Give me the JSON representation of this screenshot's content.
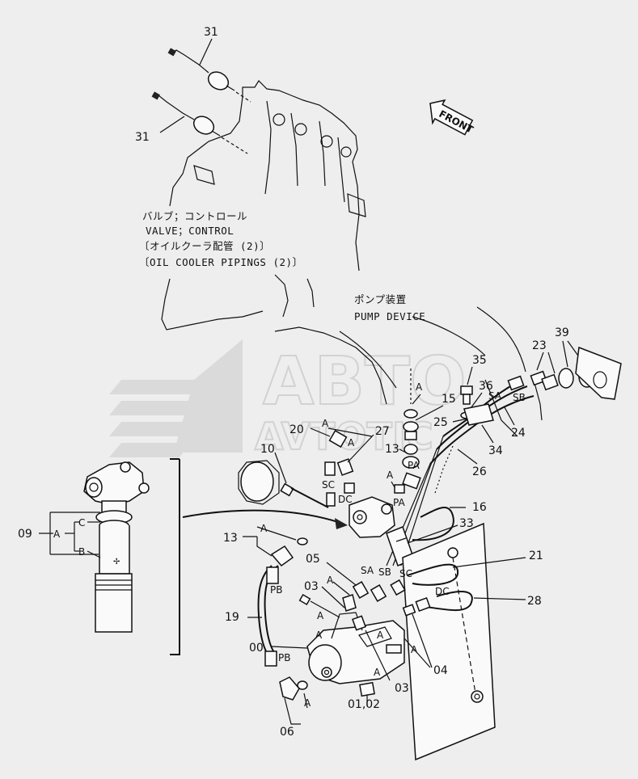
{
  "watermark": {
    "line1": "ABTO",
    "line2": "AVTOTIC"
  },
  "front_marker": {
    "text": "FRONT"
  },
  "notes": {
    "valve_jp": "バルブ；コントロール",
    "valve_en": "VALVE；CONTROL",
    "oil_cooler_jp": "〔オイルクーラ配管 (2)〕",
    "oil_cooler_en": "〔OIL COOLER PIPINGS (2)〕",
    "pump_jp": "ポンプ装置",
    "pump_en": "PUMP DEVICE"
  },
  "part_numbers": {
    "p31a": "31",
    "p31b": "31",
    "p09": "09",
    "p10": "10",
    "p13a": "13",
    "p13b": "13",
    "p15": "15",
    "p16": "16",
    "p19": "19",
    "p20": "20",
    "p21": "21",
    "p23": "23",
    "p24": "24",
    "p25": "25",
    "p26": "26",
    "p27": "27",
    "p28": "28",
    "p33": "33",
    "p34": "34",
    "p35": "35",
    "p36": "36",
    "p39": "39",
    "p00": "00",
    "p03a": "03",
    "p03b": "03",
    "p04": "04",
    "p05": "05",
    "p06": "06",
    "p0102": "01,02"
  },
  "port_labels": {
    "A": "A",
    "B": "B",
    "C": "C",
    "PA": "PA",
    "PB": "PB",
    "SA": "SA",
    "SB": "SB",
    "SC": "SC",
    "DC": "DC"
  }
}
